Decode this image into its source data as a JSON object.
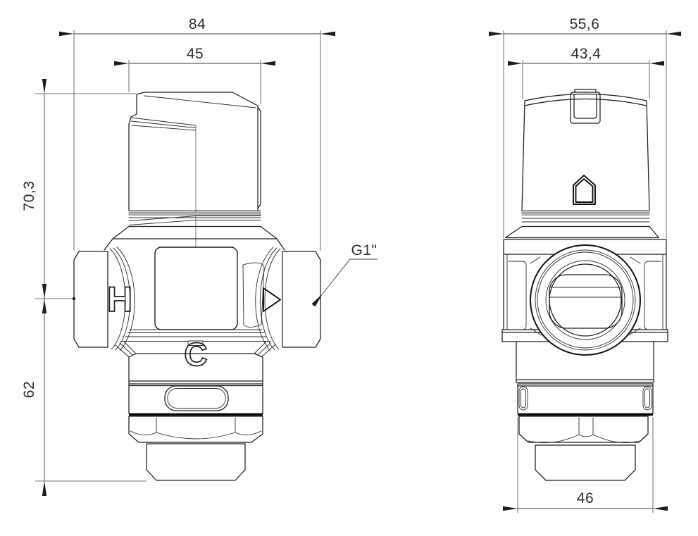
{
  "dims": {
    "front_overall_width": "84",
    "front_knob_width": "45",
    "front_upper_height": "70,3",
    "front_lower_height": "62",
    "side_overall_width": "55,6",
    "side_knob_width": "43,4",
    "side_nut_width": "46"
  },
  "labels": {
    "thread": "G1\"",
    "hot": "H",
    "cold": "C"
  }
}
